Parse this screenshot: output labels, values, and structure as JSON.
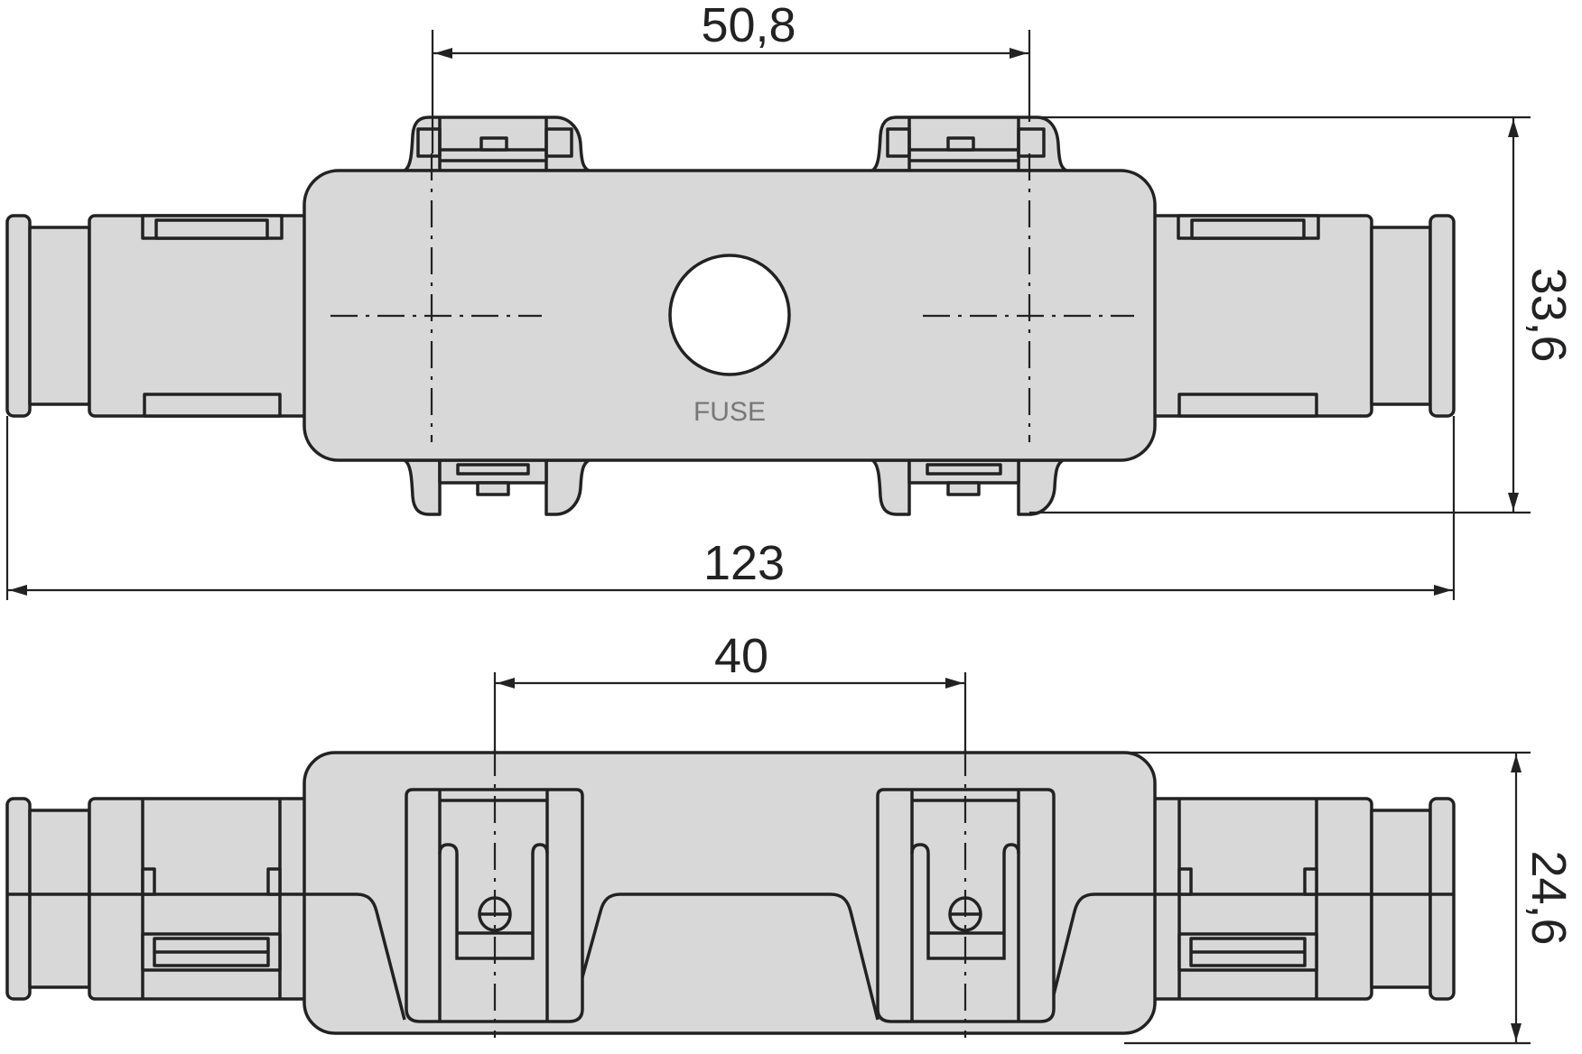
{
  "drawing": {
    "subject": "Inline fuse holder",
    "views": [
      {
        "name": "top-view",
        "label": "FUSE"
      },
      {
        "name": "side-view"
      }
    ],
    "dimensions": {
      "overall_length": "123",
      "contact_spacing_top": "50,8",
      "height_top_view": "33,6",
      "contact_spacing_side": "40",
      "height_side_view": "24,6"
    },
    "colors": {
      "body_fill": "#d8d8d8",
      "outline": "#222222",
      "label_text": "#777777"
    }
  }
}
